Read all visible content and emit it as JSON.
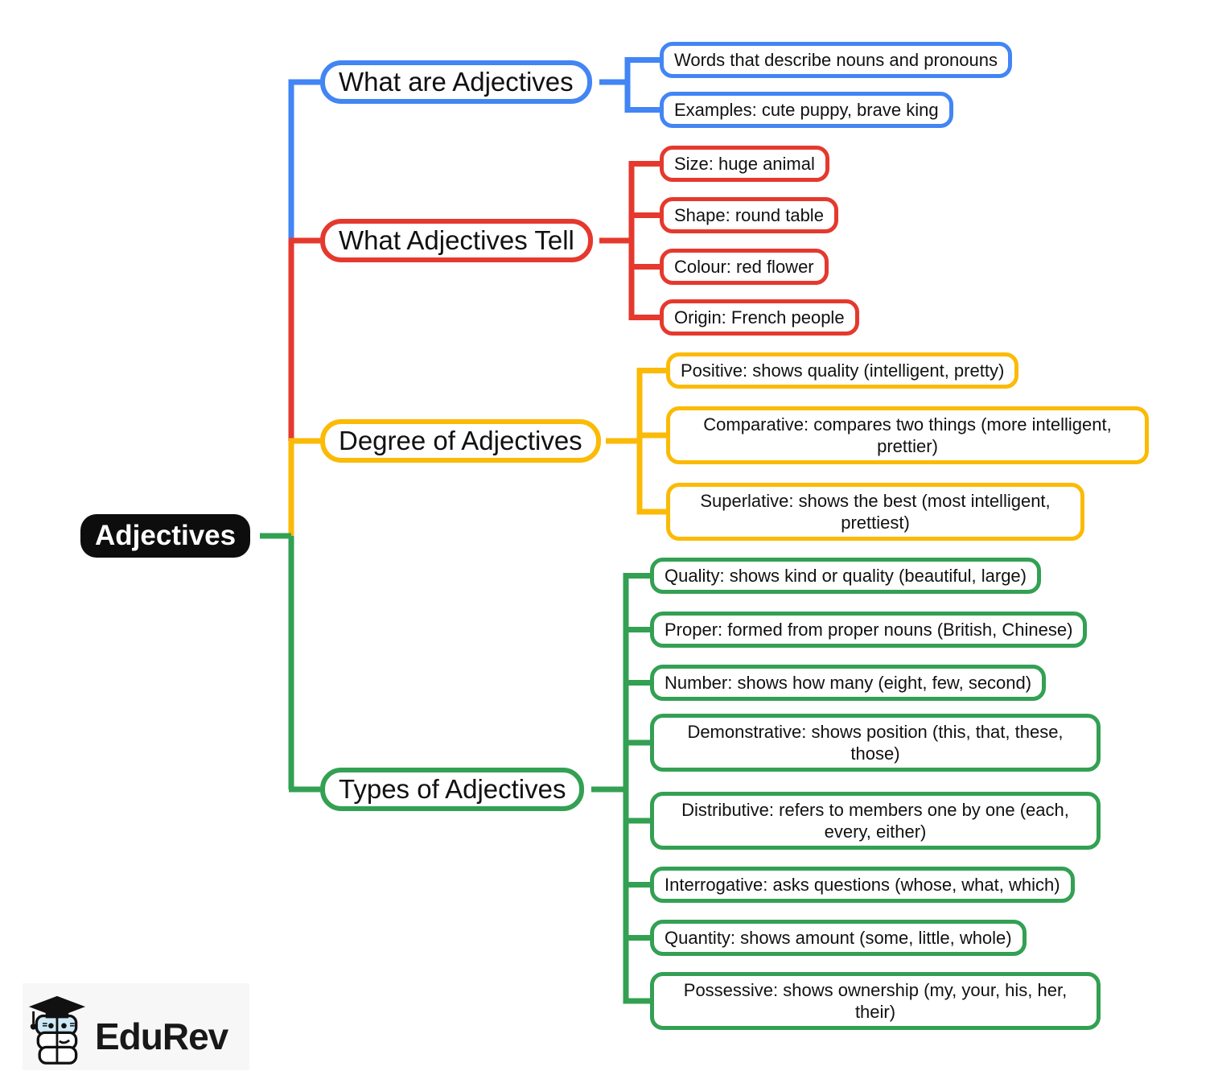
{
  "colors": {
    "blue": "#4285F4",
    "red": "#E5392E",
    "yellow": "#FBBA05",
    "green": "#33A053",
    "root_bg": "#0d0d0d",
    "root_text": "#ffffff"
  },
  "root": {
    "label": "Adjectives"
  },
  "branches": [
    {
      "label": "What are Adjectives",
      "children": [
        "Words that describe nouns and pronouns",
        "Examples: cute puppy, brave king"
      ]
    },
    {
      "label": "What Adjectives Tell",
      "children": [
        "Size: huge animal",
        "Shape: round table",
        "Colour: red flower",
        "Origin: French people"
      ]
    },
    {
      "label": "Degree of Adjectives",
      "children": [
        "Positive: shows quality (intelligent, pretty)",
        "Comparative: compares two things (more intelligent, prettier)",
        "Superlative: shows the best (most intelligent, prettiest)"
      ]
    },
    {
      "label": "Types of Adjectives",
      "children": [
        "Quality: shows kind or quality (beautiful, large)",
        "Proper: formed from proper nouns (British, Chinese)",
        "Number: shows how many (eight, few, second)",
        "Demonstrative: shows position (this, that, these, those)",
        "Distributive: refers to members one by one (each, every, either)",
        "Interrogative: asks questions (whose, what, which)",
        "Quantity: shows amount (some, little, whole)",
        "Possessive: shows ownership (my, your, his, her, their)"
      ]
    }
  ],
  "logo": {
    "brand": "EduRev"
  }
}
